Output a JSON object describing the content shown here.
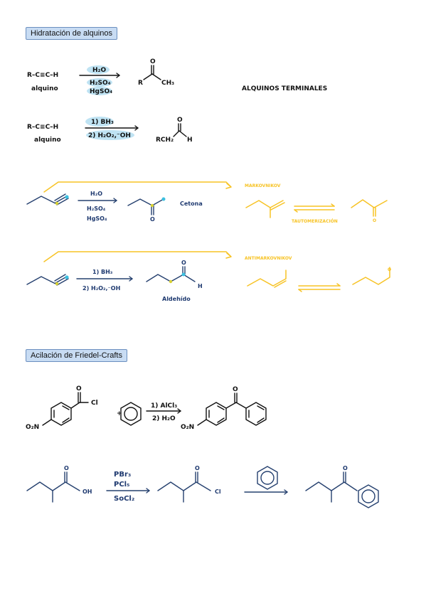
{
  "sections": {
    "hidratacion": "Hidratación de alquinos",
    "friedel": "Acilación de Friedel-Crafts"
  },
  "reaction1": {
    "reactant": "R–C≡C–H",
    "reactant_name": "alquino",
    "reagents": [
      "H₂O",
      "H₂SO₄",
      "HgSO₄"
    ],
    "product_o": "O",
    "product_r": "R",
    "product_ch3": "CH₃"
  },
  "terminal_note": "ALQUINOS TERMINALES",
  "reaction2": {
    "reactant": "R–C≡C–H",
    "reactant_name": "alquino",
    "reagents": [
      "1) BH₃",
      "2) H₂O₂,⁻OH"
    ],
    "product_o": "O",
    "product_rch2": "RCH₂",
    "product_h": "H"
  },
  "reaction3": {
    "reagents": [
      "H₂O",
      "H₂SO₄",
      "HgSO₄"
    ],
    "product_label": "Cetona",
    "product_o": "O",
    "rule": "MARKOVNIKOV",
    "equilibrium": "TAUTOMERIZACIÓN",
    "ketone_o": "O"
  },
  "reaction4": {
    "reagents": [
      "1) BH₃",
      "2) H₂O₂,⁻OH"
    ],
    "product_label": "Aldehído",
    "product_o": "O",
    "product_h": "H",
    "rule": "ANTIMARKOVNIKOV",
    "aldehyde_o": "O"
  },
  "friedel1": {
    "acyl_o": "O",
    "acyl_cl": "Cl",
    "acyl_no2": "O₂N",
    "plus": "+",
    "reagents": [
      "1) AlCl₃",
      "2) H₂O"
    ],
    "product_o": "O",
    "product_no2": "O₂N"
  },
  "friedel2": {
    "acid_o": "O",
    "acid_oh": "OH",
    "reagents": [
      "PBr₃",
      "PCl₅",
      "SoCl₂"
    ],
    "chloride_o": "O",
    "chloride_cl": "Cl",
    "product_o": "O"
  },
  "colors": {
    "ink": "#111111",
    "blue": "#25406f",
    "yellow": "#f7c325",
    "highlight": "#bfe3f3",
    "title_bg": "#c8dcf3"
  }
}
